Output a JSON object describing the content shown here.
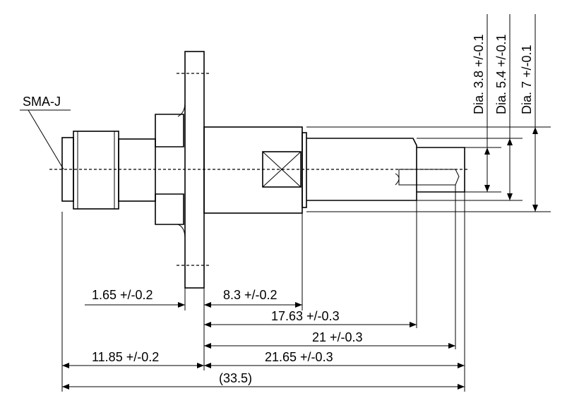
{
  "labels": {
    "connector_type": "SMA-J"
  },
  "dimensions": {
    "flange_thickness": "1.65 +/-0.2",
    "hex_body_length": "8.3 +/-0.2",
    "length_to_step": "17.63 +/-0.3",
    "length_to_pin_tip": "21 +/-0.3",
    "length_to_end": "21.65 +/-0.3",
    "connector_length": "11.85 +/-0.2",
    "overall_length": "(33.5)",
    "dia_pin": "Dia. 3.8 +/-0.1",
    "dia_mid": "Dia. 5.4 +/-0.1",
    "dia_outer": "Dia. 7 +/-0.1"
  }
}
